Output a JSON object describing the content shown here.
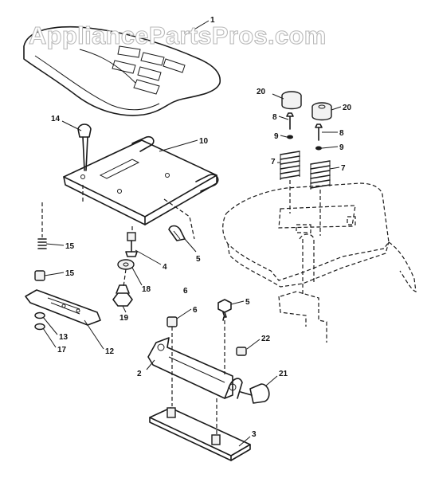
{
  "watermark": "AppliancePartsPros.com",
  "caption": "",
  "callouts": [
    {
      "id": "c1",
      "label": "1"
    },
    {
      "id": "c2",
      "label": "2"
    },
    {
      "id": "c3",
      "label": "3"
    },
    {
      "id": "c4",
      "label": "4"
    },
    {
      "id": "c5a",
      "label": "5"
    },
    {
      "id": "c5b",
      "label": "5"
    },
    {
      "id": "c6",
      "label": "6"
    },
    {
      "id": "c7a",
      "label": "7"
    },
    {
      "id": "c7b",
      "label": "7"
    },
    {
      "id": "c8a",
      "label": "8"
    },
    {
      "id": "c8b",
      "label": "8"
    },
    {
      "id": "c9a",
      "label": "9"
    },
    {
      "id": "c9b",
      "label": "9"
    },
    {
      "id": "c10",
      "label": "10"
    },
    {
      "id": "c12",
      "label": "12"
    },
    {
      "id": "c13",
      "label": "13"
    },
    {
      "id": "c14",
      "label": "14"
    },
    {
      "id": "c15a",
      "label": "15"
    },
    {
      "id": "c15b",
      "label": "15"
    },
    {
      "id": "c17",
      "label": "17"
    },
    {
      "id": "c18",
      "label": "18"
    },
    {
      "id": "c19",
      "label": "19"
    },
    {
      "id": "c20a",
      "label": "20"
    },
    {
      "id": "c20b",
      "label": "20"
    },
    {
      "id": "c21",
      "label": "21"
    },
    {
      "id": "c22",
      "label": "22"
    },
    {
      "id": "c6b",
      "label": "6"
    }
  ]
}
